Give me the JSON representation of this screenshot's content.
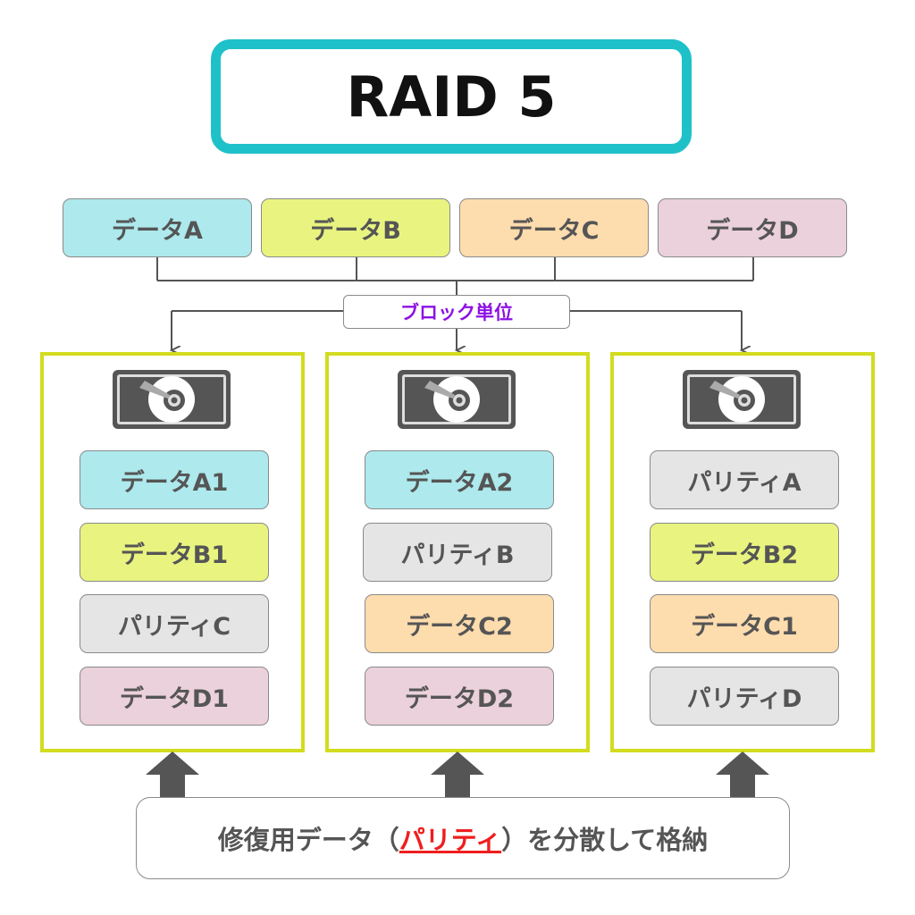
{
  "title": "RAID 5",
  "sources": [
    {
      "label": "データA",
      "color": "#ade9ed"
    },
    {
      "label": "データB",
      "color": "#e9f480"
    },
    {
      "label": "データC",
      "color": "#fddcae"
    },
    {
      "label": "データD",
      "color": "#ebd1db"
    }
  ],
  "split_label": "ブロック単位",
  "disks": [
    {
      "blocks": [
        {
          "label": "データA1",
          "color": "#ade9ed"
        },
        {
          "label": "データB1",
          "color": "#e9f480"
        },
        {
          "label": "パリティC",
          "color": "#e5e5e5"
        },
        {
          "label": "データD1",
          "color": "#ebd1db"
        }
      ]
    },
    {
      "blocks": [
        {
          "label": "データA2",
          "color": "#ade9ed"
        },
        {
          "label": "パリティB",
          "color": "#e5e5e5"
        },
        {
          "label": "データC2",
          "color": "#fddcae"
        },
        {
          "label": "データD2",
          "color": "#ebd1db"
        }
      ]
    },
    {
      "blocks": [
        {
          "label": "パリティA",
          "color": "#e5e5e5"
        },
        {
          "label": "データB2",
          "color": "#e9f480"
        },
        {
          "label": "データC1",
          "color": "#fddcae"
        },
        {
          "label": "パリティD",
          "color": "#e5e5e5"
        }
      ]
    }
  ],
  "caption": {
    "prefix": "修復用データ（",
    "emphasis": "パリティ",
    "suffix": "）を分散して格納"
  },
  "colors": {
    "title_border": "#1fc1c9",
    "disk_frame": "#d2dc1e",
    "split_label_text": "#8d12e4",
    "parity_emphasis": "#ef1f1f",
    "connector": "#555555"
  },
  "icons": {
    "disk": "hard-disk-icon",
    "up_arrow": "up-arrow-icon"
  }
}
